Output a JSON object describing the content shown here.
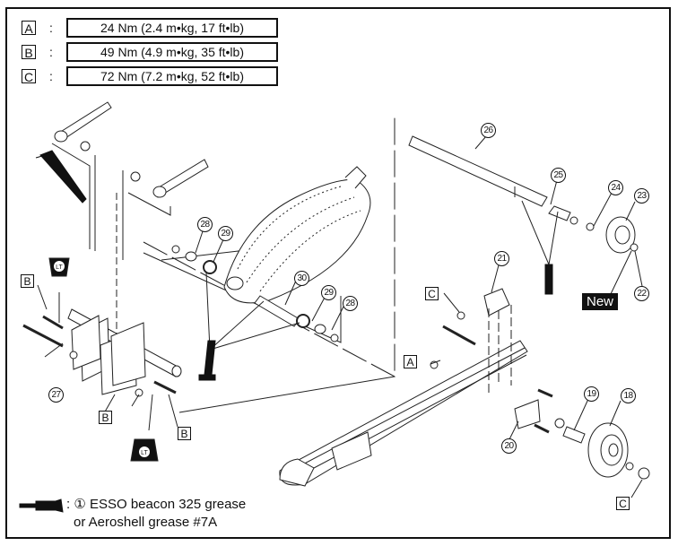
{
  "torque_specs": [
    {
      "key": "A",
      "value": "24 Nm (2.4 m•kg, 17 ft•lb)"
    },
    {
      "key": "B",
      "value": "49 Nm (4.9 m•kg, 35 ft•lb)"
    },
    {
      "key": "C",
      "value": "72 Nm (7.2 m•kg, 52 ft•lb)"
    }
  ],
  "separator": ":",
  "legend": {
    "icon": "grease-gun-icon",
    "circled_number": "①",
    "line1": "ESSO beacon 325 grease",
    "line2": "or Aeroshell grease #7A"
  },
  "new_badge": "New",
  "loctite_label": "LT",
  "torque_callouts": {
    "a1": "A",
    "b1": "B",
    "b2": "B",
    "b3": "B",
    "c1": "C",
    "c2": "C"
  },
  "parts": {
    "p18": "18",
    "p19": "19",
    "p20": "20",
    "p21": "21",
    "p22": "22",
    "p23": "23",
    "p24": "24",
    "p25": "25",
    "p26": "26",
    "p27": "27",
    "p28a": "28",
    "p28b": "28",
    "p29a": "29",
    "p29b": "29",
    "p30": "30"
  }
}
